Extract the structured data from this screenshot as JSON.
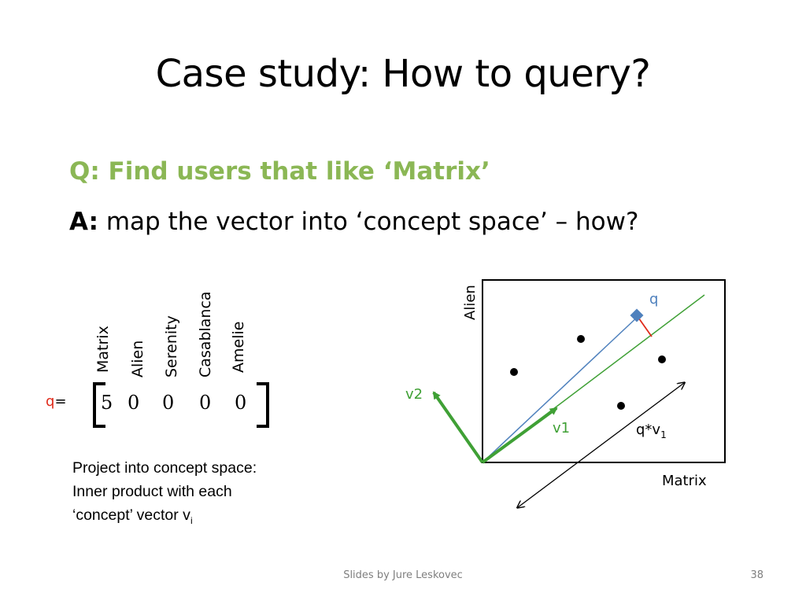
{
  "slide": {
    "title": "Case study: How to query?",
    "question": "Q: Find users that like ‘Matrix’",
    "answer_prefix": "A:",
    "answer_text": " map the vector into ‘concept space’ – how?",
    "movies": [
      "Matrix",
      "Alien",
      "Serenity",
      "Casablanca",
      "Amelie"
    ],
    "q_symbol": "q",
    "q_equals": "=",
    "q_vector": [
      "5",
      "0",
      "0",
      "0",
      "0"
    ],
    "caption_line1": "Project into concept space:",
    "caption_line2": "Inner product  with each",
    "caption_line3": "‘concept’ vector v",
    "caption_sub": "i",
    "footer": "Slides by Jure Leskovec",
    "page_number": "38"
  },
  "plot": {
    "y_axis_label": "Alien",
    "x_axis_label": "Matrix",
    "q_label": "q",
    "v1_label": "v1",
    "v2_label": "v2",
    "projection_label": "q*v",
    "projection_sub": "1",
    "colors": {
      "v_vectors": "#3fa035",
      "q_vector": "#4f81bd",
      "projection_line": "#e02b1b",
      "q_label": "#4f81bd"
    }
  }
}
